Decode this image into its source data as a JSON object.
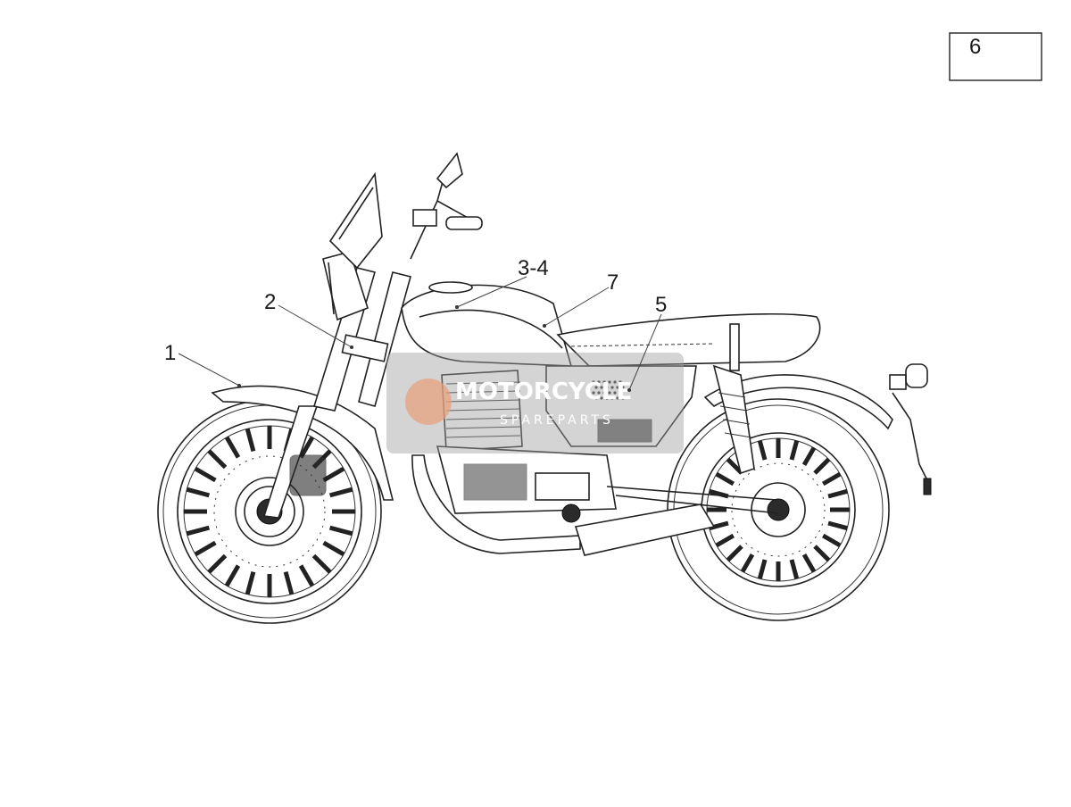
{
  "reference_box": {
    "label": "6"
  },
  "callouts": [
    {
      "id": "c1",
      "label": "1"
    },
    {
      "id": "c2",
      "label": "2"
    },
    {
      "id": "c34",
      "label": "3-4"
    },
    {
      "id": "c7",
      "label": "7"
    },
    {
      "id": "c5",
      "label": "5"
    }
  ],
  "watermark": {
    "title": "MOTORCYCLE",
    "subtitle": "SPAREPARTS"
  }
}
